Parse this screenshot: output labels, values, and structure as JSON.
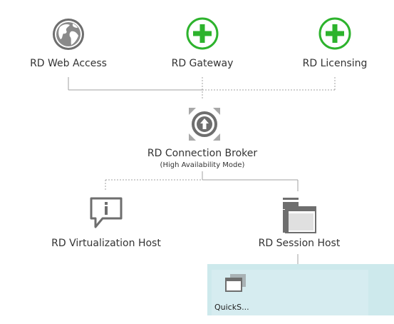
{
  "nodes": {
    "web_access": {
      "label": "RD Web Access"
    },
    "gateway": {
      "label": "RD Gateway"
    },
    "licensing": {
      "label": "RD Licensing"
    },
    "broker": {
      "label": "RD Connection Broker",
      "sublabel": "(High Availability Mode)"
    },
    "virtualization_host": {
      "label": "RD Virtualization Host"
    },
    "session_host": {
      "label": "RD Session Host"
    }
  },
  "collection": {
    "item_label": "QuickS..."
  },
  "colors": {
    "add_green": "#2db32d",
    "icon_gray": "#6e6e6e",
    "connector_gray": "#a0a0a0",
    "panel_blue": "#cde9ec"
  },
  "icons": {
    "web_access": "globe-icon",
    "gateway": "plus-circle-icon",
    "licensing": "plus-circle-icon",
    "broker": "arrow-up-circle-icon",
    "virtualization_host": "info-speech-icon",
    "session_host": "windows-stack-icon",
    "collection": "session-collection-icon"
  }
}
